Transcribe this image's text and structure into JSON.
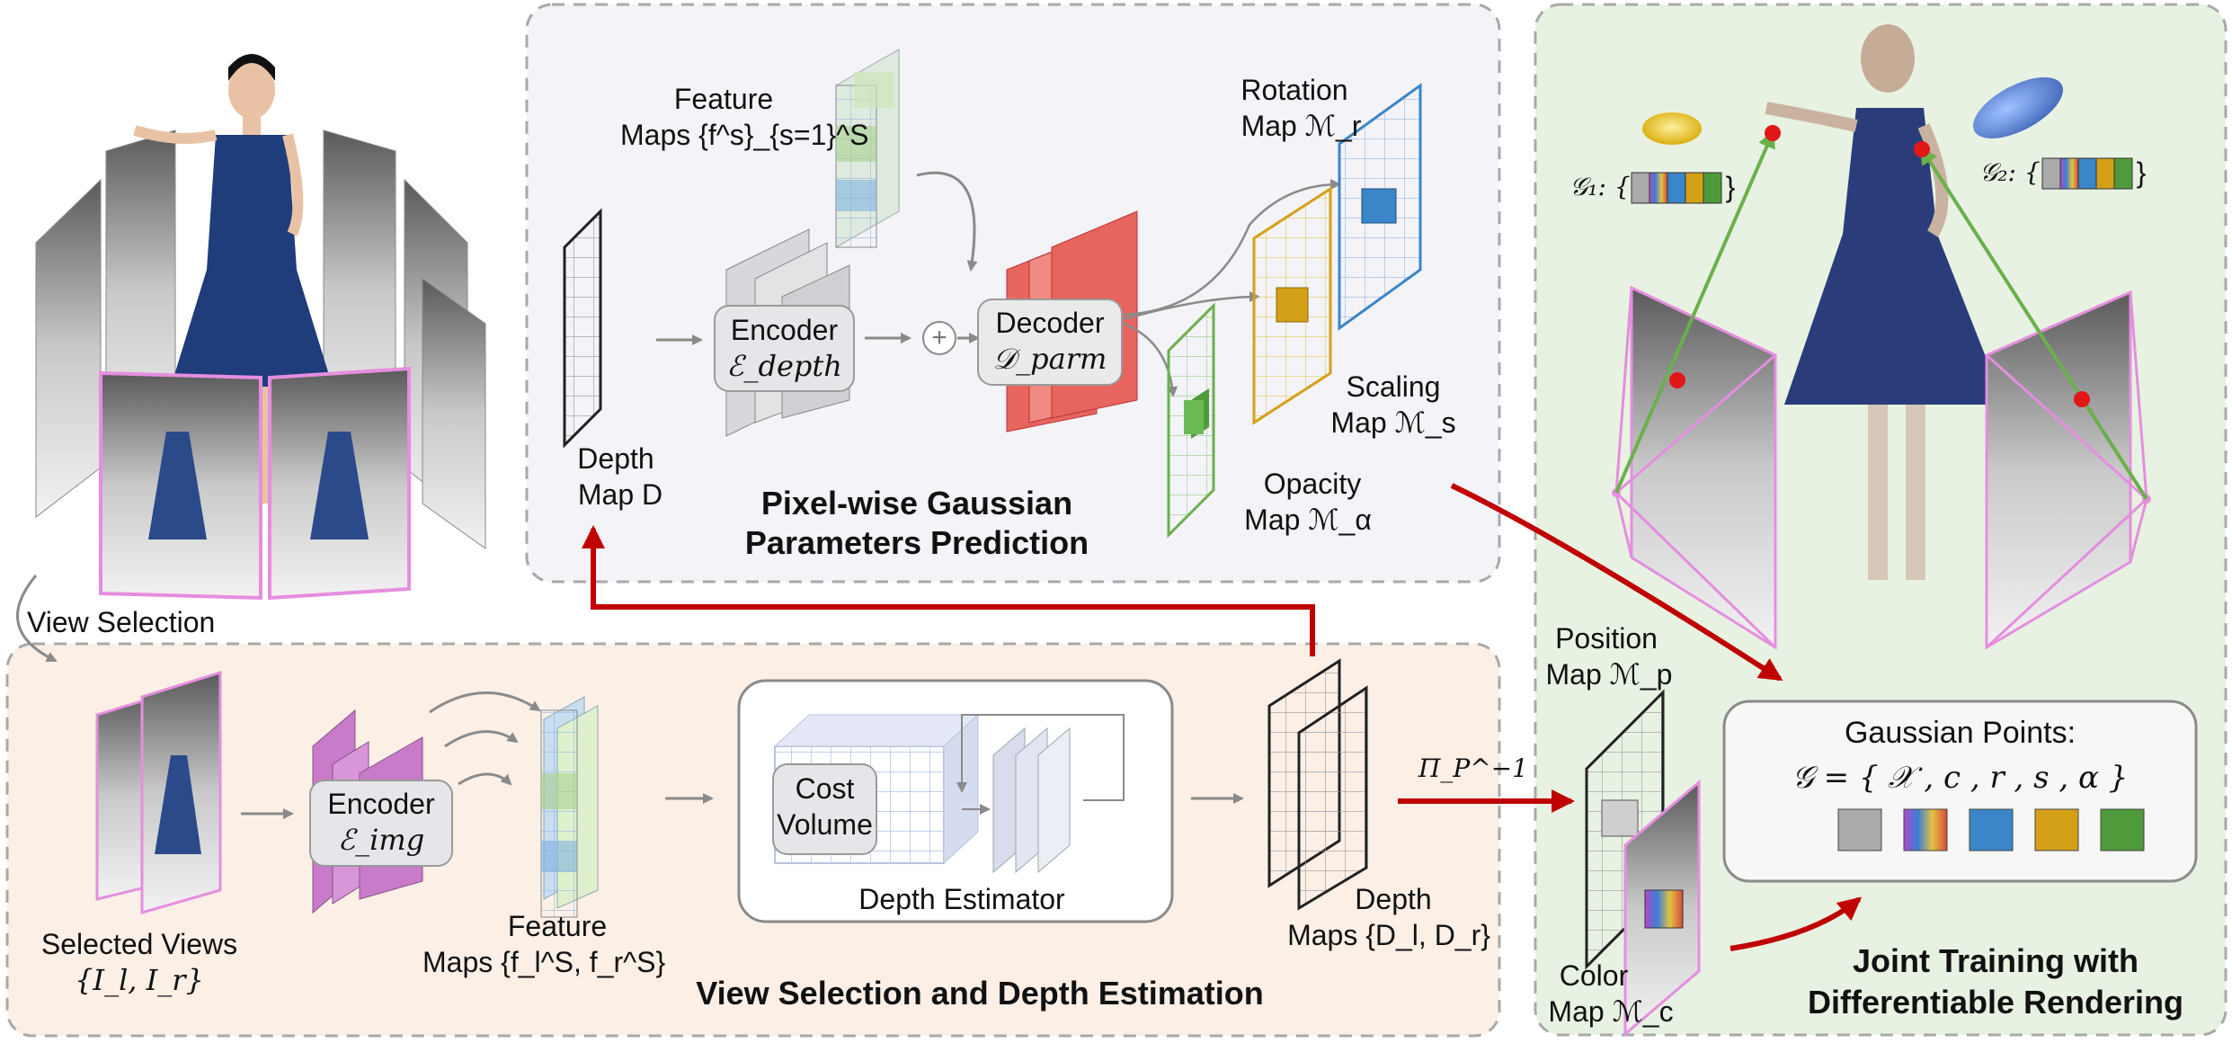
{
  "panels": {
    "top": {
      "title_line1": "Pixel-wise Gaussian",
      "title_line2": "Parameters Prediction"
    },
    "bottom": {
      "title": "View Selection and Depth Estimation"
    },
    "right": {
      "title_line1": "Joint Training with",
      "title_line2": "Differentiable Rendering"
    }
  },
  "labels": {
    "view_selection": "View Selection",
    "selected_views": "Selected Views",
    "selected_views_math": "{I_l, I_r}",
    "encoder_img": "Encoder",
    "encoder_img_sub": "ℰ_img",
    "feature_maps_bottom": "Feature",
    "feature_maps_bottom_2": "Maps {f_l^S, f_r^S}",
    "cost_volume_1": "Cost",
    "cost_volume_2": "Volume",
    "depth_estimator": "Depth Estimator",
    "depth_maps_1": "Depth",
    "depth_maps_2": "Maps {D_l, D_r}",
    "unproject": "Π_P^−1",
    "feature_maps_top_1": "Feature",
    "feature_maps_top_2": "Maps {f^s}_{s=1}^S",
    "depth_map_1": "Depth",
    "depth_map_2": "Map D",
    "encoder_depth": "Encoder",
    "encoder_depth_sub": "ℰ_depth",
    "decoder": "Decoder",
    "decoder_sub": "𝒟_parm",
    "plus": "+",
    "rotation_1": "Rotation",
    "rotation_2": "Map ℳ_r",
    "scaling_1": "Scaling",
    "scaling_2": "Map ℳ_s",
    "opacity_1": "Opacity",
    "opacity_2": "Map ℳ_α",
    "position_1": "Position",
    "position_2": "Map ℳ_p",
    "color_1": "Color",
    "color_2": "Map ℳ_c",
    "g1": "𝒢₁: {",
    "g2": "𝒢₂: {",
    "gaussian_points": "Gaussian Points:",
    "gaussian_formula": "𝒢 = { 𝒳 , c , r , s , α }"
  },
  "colors": {
    "bottom_panel_bg": "#fbefe6",
    "top_panel_bg": "#f3f3f8",
    "right_panel_bg": "#e8f2e2",
    "dashed_border": "#a9a9a9",
    "red_arrow": "#c00000",
    "encoder_img": "#d896d8",
    "decoder": "#e8645e",
    "rotation": "#3a86c8",
    "scaling": "#d4a017",
    "opacity": "#4f9a3a",
    "pink_frame": "#e58ee0",
    "green_ray": "#6ab04c"
  }
}
